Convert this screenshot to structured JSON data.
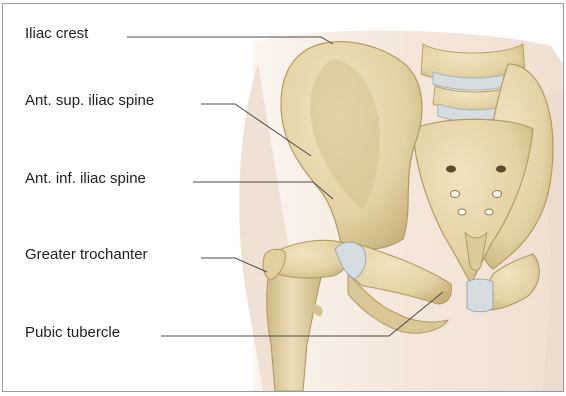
{
  "figure": {
    "labels": {
      "iliac_crest": "Iliac crest",
      "ant_sup_iliac_spine": "Ant. sup. iliac spine",
      "ant_inf_iliac_spine": "Ant. inf. iliac spine",
      "greater_trochanter": "Greater trochanter",
      "pubic_tubercle": "Pubic tubercle"
    },
    "colors": {
      "bone": "#e6d7ad",
      "bone_shadow": "#c9b783",
      "cartilage": "#d9e0e4",
      "skin": "#f3e7dc",
      "leader_line": "#4a4a4a"
    }
  }
}
